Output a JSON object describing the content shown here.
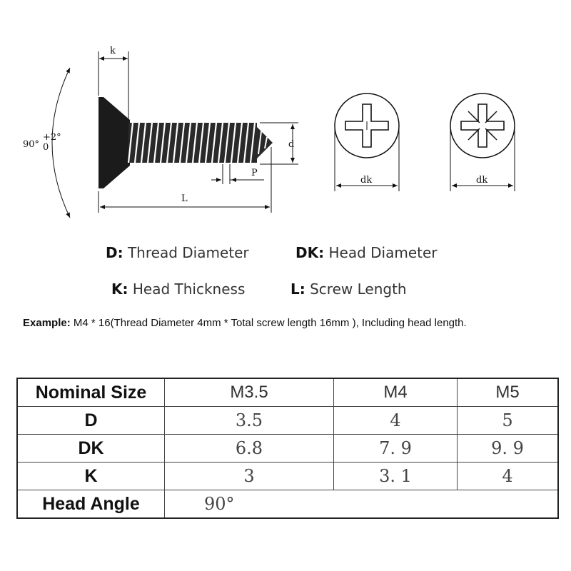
{
  "diagram": {
    "label_k": "k",
    "label_angle": "90°",
    "label_angle_tol_plus": "+2°",
    "label_angle_tol_minus": "0",
    "label_d": "d",
    "label_p": "P",
    "label_l": "L",
    "label_dk_left": "dk",
    "label_dk_right": "dk"
  },
  "legend": {
    "d_key": "D:",
    "d_text": "Thread Diameter",
    "dk_key": "DK:",
    "dk_text": "Head Diameter",
    "k_key": "K:",
    "k_text": "Head Thickness",
    "l_key": "L:",
    "l_text": "Screw Length"
  },
  "example": {
    "key": "Example:",
    "text": "M4 * 16(Thread Diameter 4mm * Total screw length 16mm ), Including head length."
  },
  "table": {
    "header_label": "Nominal Size",
    "columns": [
      "M3.5",
      "M4",
      "M5"
    ],
    "rows": [
      {
        "label": "D",
        "values": [
          "3.5",
          "4",
          "5"
        ]
      },
      {
        "label": "DK",
        "values": [
          "6.8",
          "7. 9",
          "9. 9"
        ]
      },
      {
        "label": "K",
        "values": [
          "3",
          "3. 1",
          "4"
        ]
      }
    ],
    "angle_label": "Head Angle",
    "angle_value": "90°"
  }
}
